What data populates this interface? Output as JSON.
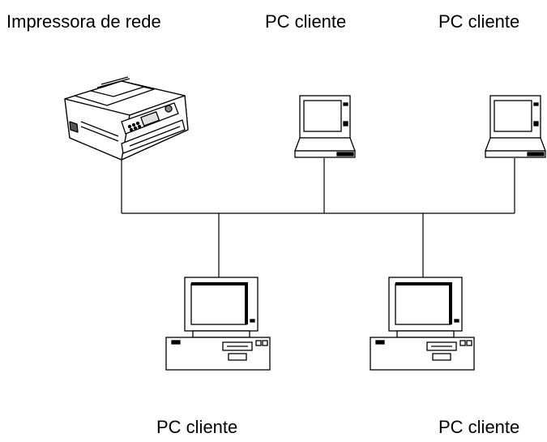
{
  "labels": {
    "printer": "Impressora de rede",
    "client_top_left": "PC cliente",
    "client_top_right": "PC cliente",
    "client_bottom_left": "PC cliente",
    "client_bottom_right": "PC cliente"
  },
  "colors": {
    "line": "#000000",
    "screen_fill": "#ffffff",
    "device_fill": "#ffffff"
  },
  "icons": {
    "printer": "network-printer-icon",
    "laptop": "laptop-icon",
    "desktop": "desktop-computer-icon"
  }
}
